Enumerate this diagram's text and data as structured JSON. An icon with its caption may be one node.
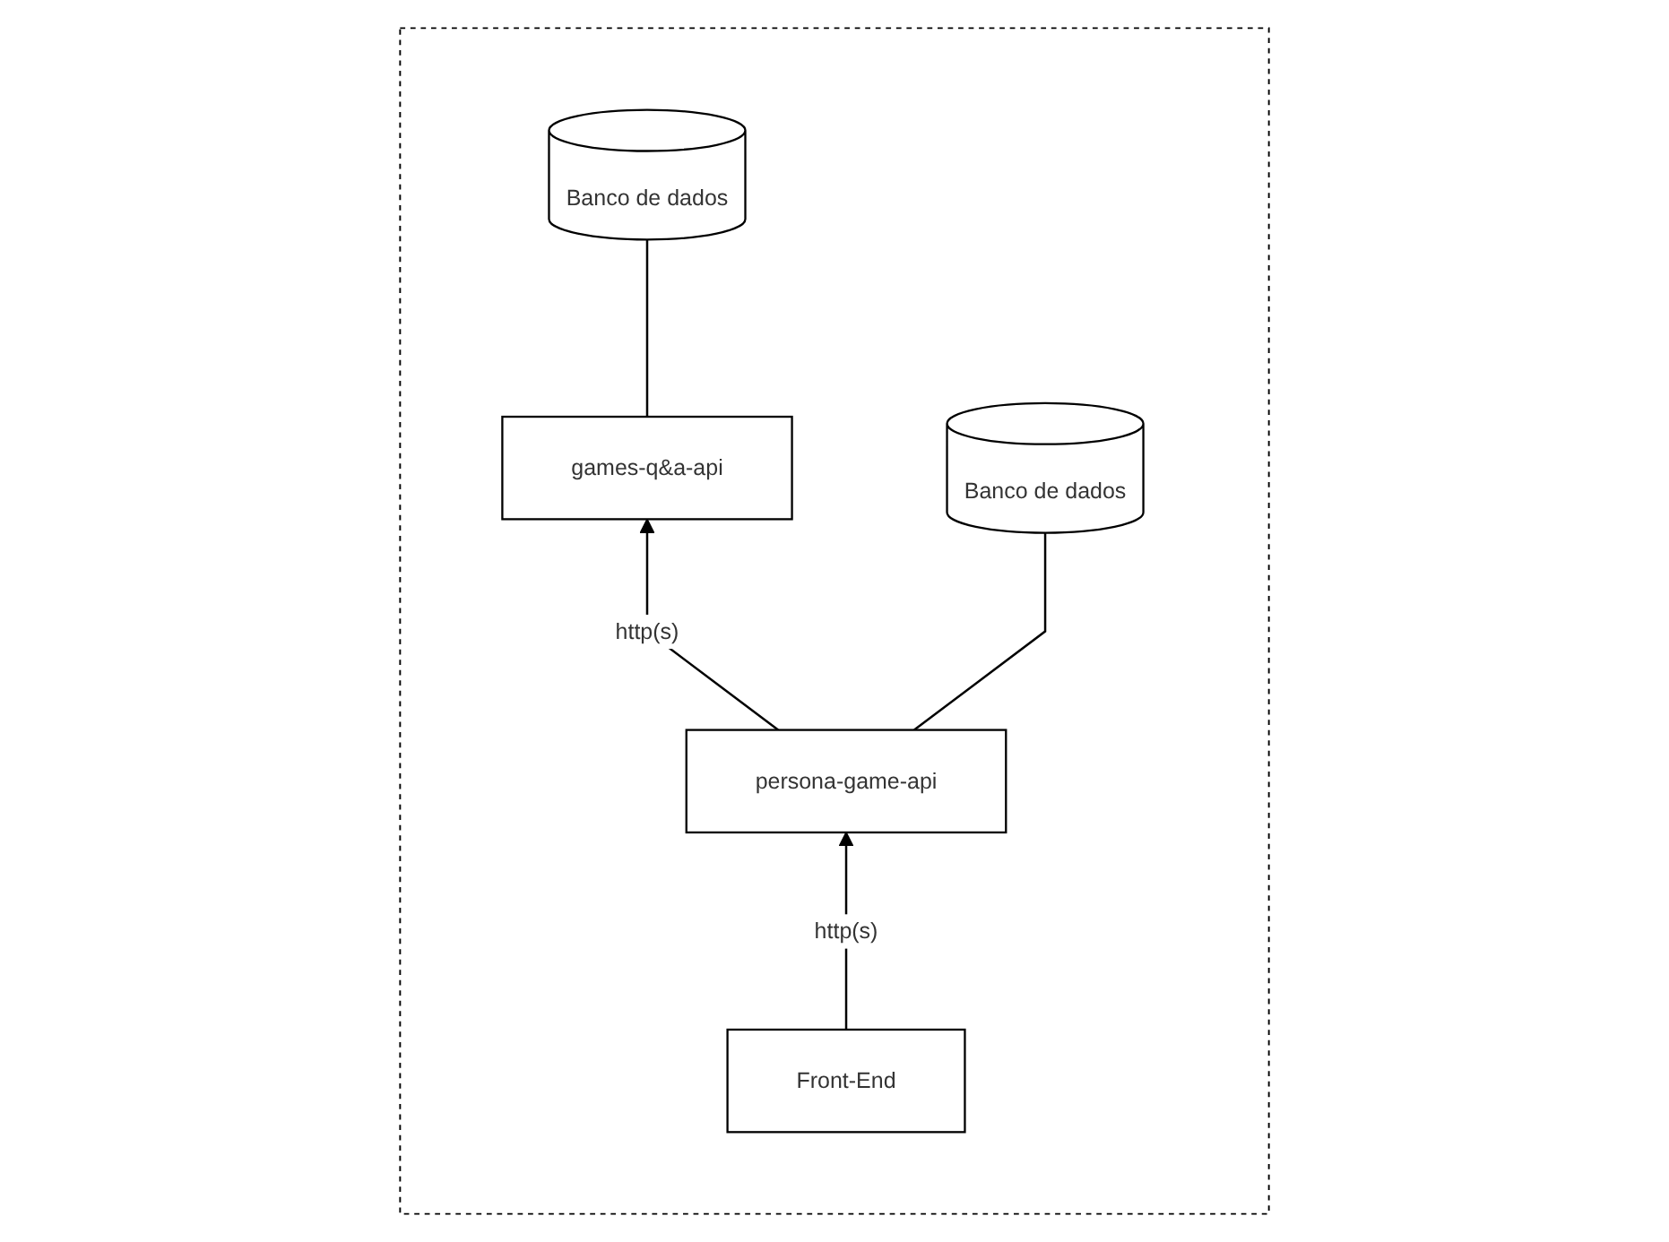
{
  "diagram": {
    "nodes": [
      {
        "text": [],
        "shape": "box"
      },
      {
        "text": [
          "Banco de dados"
        ],
        "in": 0
      },
      {
        "text": [
          "Banco de dados"
        ],
        "in": 0
      },
      {
        "text": [
          "games-q&a-api"
        ],
        "in": 0
      },
      {
        "text": [
          "persona-game-api"
        ],
        "in": 0
      },
      {
        "text": [
          "Front-End"
        ],
        "in": 0
      }
    ],
    "edges": [
      {
        "from": 3,
        "to": 1,
        "arrow": "none"
      },
      {
        "from": 4,
        "to": 2,
        "arrow": "none"
      },
      {
        "from": 4,
        "to": 3,
        "arrow": "to",
        "label": "http(s)"
      },
      {
        "from": 5,
        "to": 4,
        "arrow": "to",
        "label": "http(s)"
      }
    ]
  }
}
